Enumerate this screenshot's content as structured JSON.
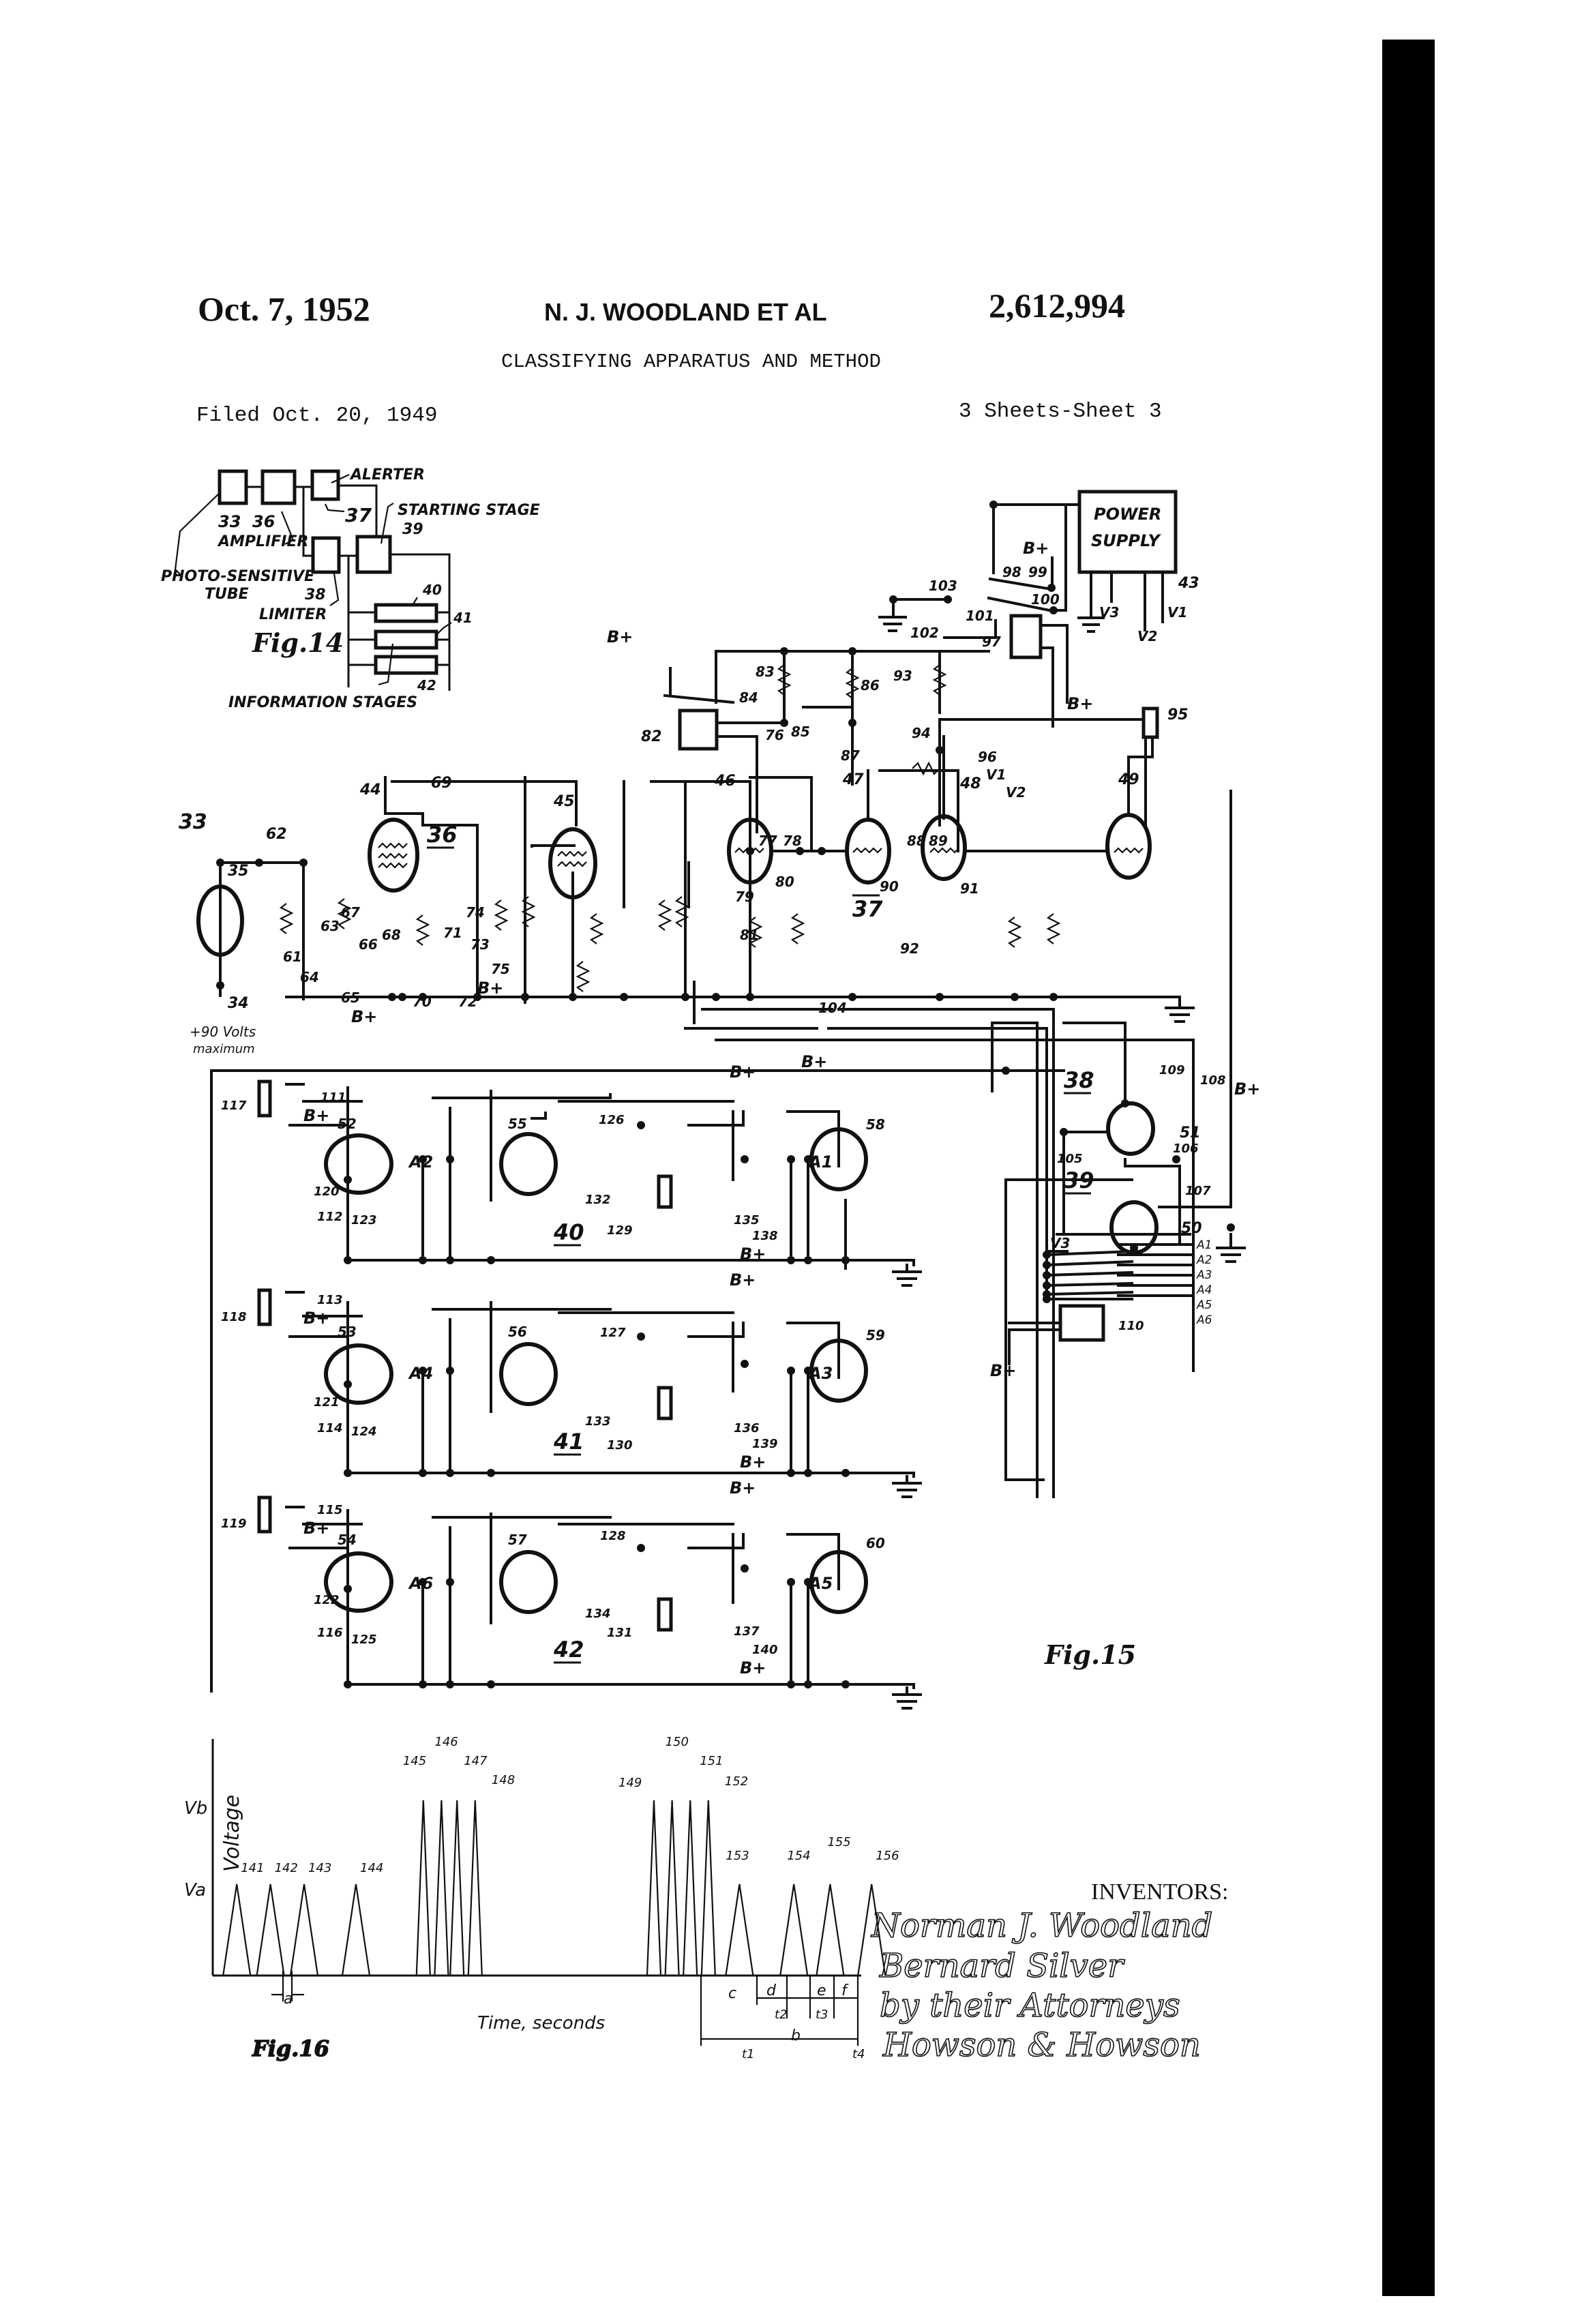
{
  "header": {
    "date": "Oct. 7, 1952",
    "inventor": "N. J. WOODLAND ET AL",
    "patent_number": "2,612,994",
    "title": "CLASSIFYING APPARATUS AND METHOD",
    "filed": "Filed Oct. 20, 1949",
    "sheets": "3 Sheets-Sheet 3"
  },
  "fig14": {
    "label": "Fig.14",
    "alerter": "ALERTER",
    "starting_stage": "STARTING STAGE",
    "amplifier": "AMPLIFIER",
    "photo_tube": "PHOTO-SENSITIVE",
    "tube": "TUBE",
    "limiter": "LIMITER",
    "information_stages": "INFORMATION STAGES",
    "refs": {
      "r33": "33",
      "r36": "36",
      "r37": "37",
      "r38": "38",
      "r39": "39",
      "r40": "40",
      "r41": "41",
      "r42": "42"
    }
  },
  "fig15": {
    "label": "Fig.15",
    "power_supply_line1": "POWER",
    "power_supply_line2": "SUPPLY",
    "bplus": "B+",
    "plus90": "+90 Volts",
    "maximum": "maximum",
    "v1": "V1",
    "v2": "V2",
    "v3": "V3",
    "stage_labels": {
      "s36": "36",
      "s37": "37",
      "s38": "38",
      "s39": "39",
      "s40": "40",
      "s41": "41",
      "s42": "42"
    },
    "a_labels": [
      "A1",
      "A2",
      "A3",
      "A4",
      "A5",
      "A6"
    ],
    "refs": {
      "r33": "33",
      "r34": "34",
      "r35": "35",
      "r43": "43",
      "r44": "44",
      "r45": "45",
      "r46": "46",
      "r47": "47",
      "r48": "48",
      "r49": "49",
      "r50": "50",
      "r51": "51",
      "r52": "52",
      "r53": "53",
      "r54": "54",
      "r55": "55",
      "r56": "56",
      "r57": "57",
      "r58": "58",
      "r59": "59",
      "r60": "60",
      "r61": "61",
      "r62": "62",
      "r63": "63",
      "r64": "64",
      "r65": "65",
      "r66": "66",
      "r67": "67",
      "r68": "68",
      "r69": "69",
      "r70": "70",
      "r71": "71",
      "r72": "72",
      "r73": "73",
      "r74": "74",
      "r75": "75",
      "r76": "76",
      "r77": "77",
      "r78": "78",
      "r79": "79",
      "r80": "80",
      "r81": "81",
      "r82": "82",
      "r83": "83",
      "r84": "84",
      "r85": "85",
      "r86": "86",
      "r87": "87",
      "r88": "88",
      "r89": "89",
      "r90": "90",
      "r91": "91",
      "r92": "92",
      "r93": "93",
      "r94": "94",
      "r95": "95",
      "r96": "96",
      "r97": "97",
      "r98": "98",
      "r99": "99",
      "r100": "100",
      "r101": "101",
      "r102": "102",
      "r103": "103",
      "r104": "104",
      "r105": "105",
      "r106": "106",
      "r107": "107",
      "r108": "108",
      "r109": "109",
      "r110": "110",
      "r111": "111",
      "r112": "112",
      "r113": "113",
      "r114": "114",
      "r115": "115",
      "r116": "116",
      "r117": "117",
      "r118": "118",
      "r119": "119",
      "r120": "120",
      "r121": "121",
      "r122": "122",
      "r123": "123",
      "r124": "124",
      "r125": "125",
      "r126": "126",
      "r127": "127",
      "r128": "128",
      "r129": "129",
      "r130": "130",
      "r131": "131",
      "r132": "132",
      "r133": "133",
      "r134": "134",
      "r135": "135",
      "r136": "136",
      "r137": "137",
      "r138": "138",
      "r139": "139",
      "r140": "140"
    }
  },
  "fig16": {
    "label": "Fig.16",
    "y_axis": "Voltage",
    "x_axis": "Time, seconds",
    "vb": "Vb",
    "va": "Va",
    "intervals": [
      "a",
      "b",
      "c",
      "d",
      "e",
      "f"
    ],
    "times": [
      "t1",
      "t2",
      "t3",
      "t4"
    ],
    "pulse_refs": [
      "141",
      "142",
      "143",
      "144",
      "145",
      "146",
      "147",
      "148",
      "149",
      "150",
      "151",
      "152",
      "153",
      "154",
      "155",
      "156"
    ]
  },
  "chart_data": {
    "type": "line",
    "title": "Fig.16",
    "xlabel": "Time, seconds",
    "ylabel": "Voltage",
    "y_ticks": [
      "Va",
      "Vb"
    ],
    "series": [
      {
        "name": "pulses 141-144 (level Va)",
        "peaks": [
          "Va",
          "Va",
          "Va",
          "Va"
        ],
        "refs": [
          "141",
          "142",
          "143",
          "144"
        ]
      },
      {
        "name": "pulses 145-148 (level Vb)",
        "peaks": [
          "Vb",
          "Vb",
          "Vb",
          "Vb"
        ],
        "refs": [
          "145",
          "146",
          "147",
          "148"
        ]
      },
      {
        "name": "pulses 149-152 (level Vb)",
        "peaks": [
          "Vb",
          "Vb",
          "Vb",
          "Vb"
        ],
        "refs": [
          "149",
          "150",
          "151",
          "152"
        ]
      },
      {
        "name": "pulses 153-156 (level Va)",
        "peaks": [
          "Va",
          "Va",
          "Va",
          "Va"
        ],
        "refs": [
          "153",
          "154",
          "155",
          "156"
        ]
      }
    ]
  },
  "inventors": {
    "heading": "INVENTORS:",
    "name1": "Norman J. Woodland",
    "name2": "Bernard Silver",
    "by_line": "by their Attorneys",
    "attorneys": "Howson & Howson"
  }
}
